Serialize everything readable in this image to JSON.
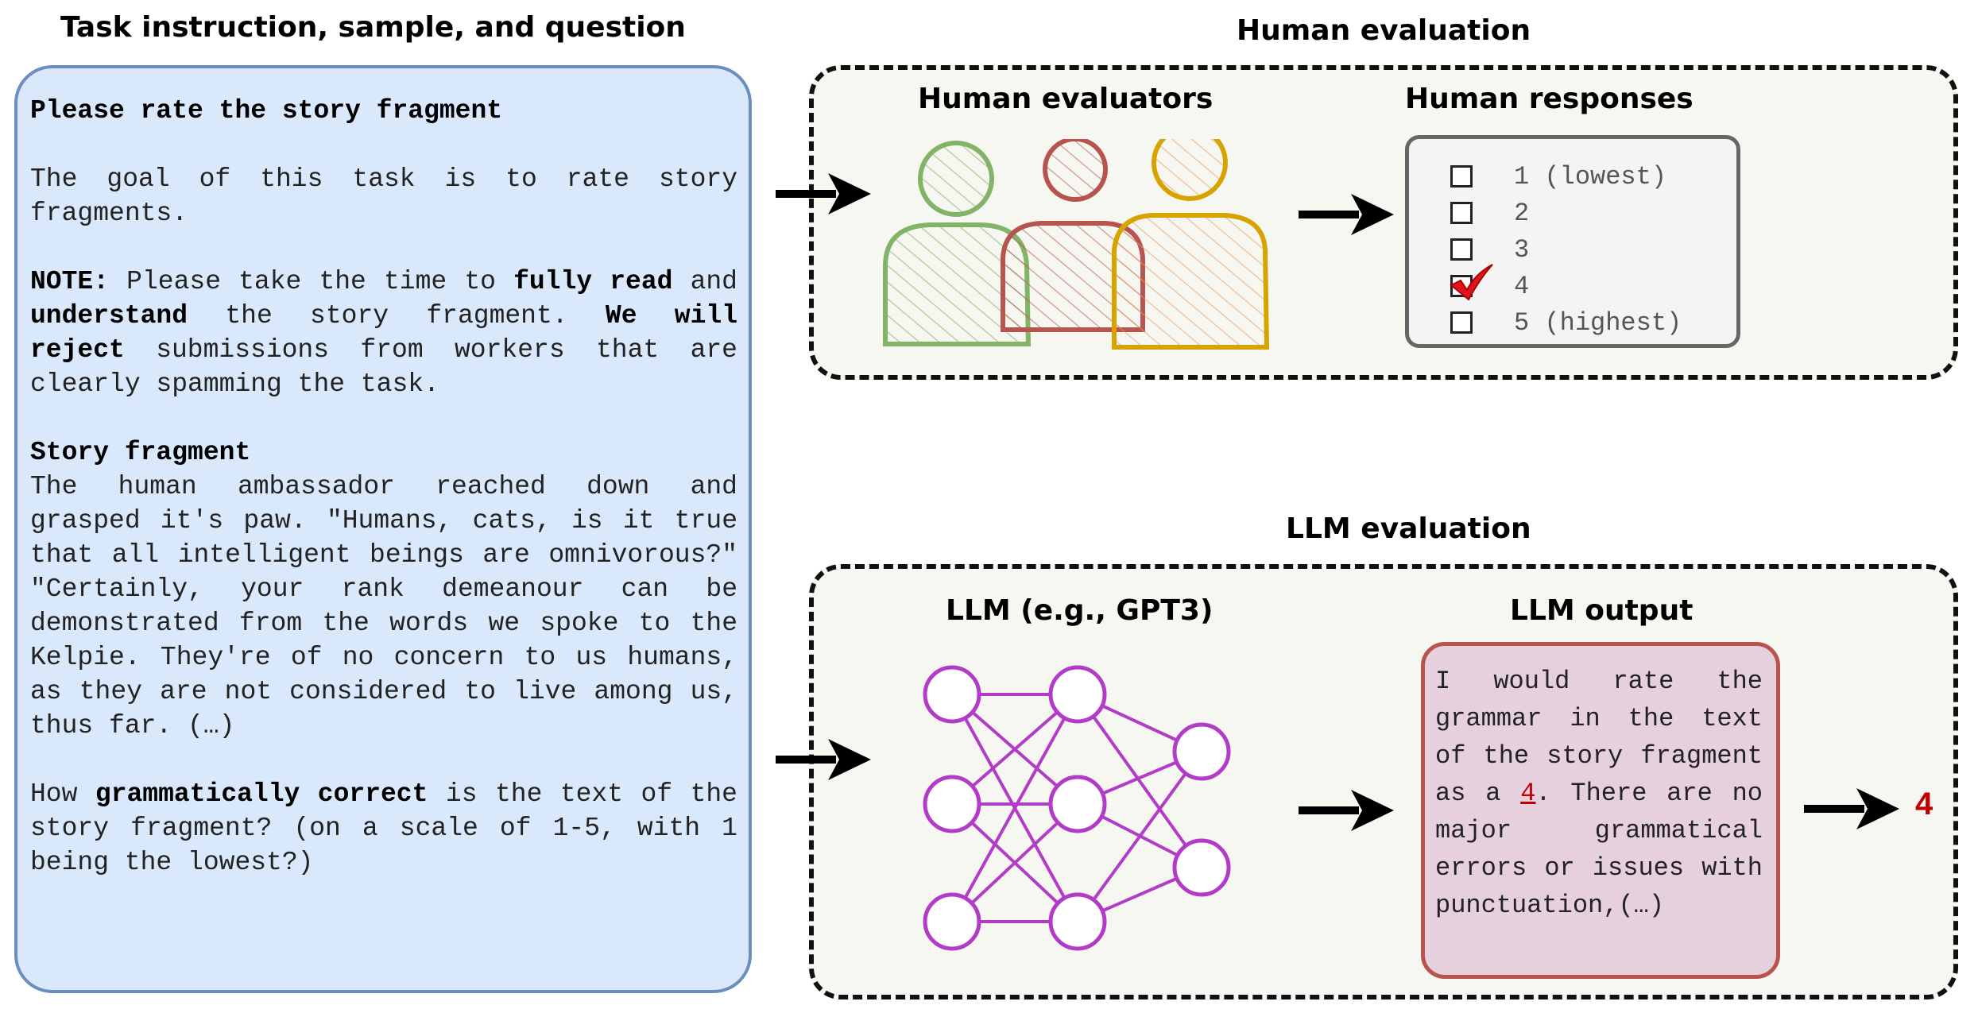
{
  "task_section": {
    "heading": "Task instruction, sample, and question",
    "title": "Please rate the story fragment",
    "goal": "The goal of this task is to rate story fragments.",
    "note_label": "NOTE:",
    "note_pre": "Please take the time to",
    "note_bold1": "fully read",
    "note_and": "and",
    "note_bold2": "understand",
    "note_mid": "the story fragment.",
    "note_bold3": "We will reject",
    "note_post": "submissions from workers that are clearly spamming the task.",
    "story_heading": "Story fragment",
    "story_text": "The human ambassador reached down and grasped it's paw. \"Humans, cats, is it true that all intelligent beings are omnivorous?\" \"Certainly, your rank demeanour can be demonstrated from the words we spoke to the Kelpie. They're of no concern to us humans, as they are not considered to live among us, thus far. (…)",
    "question_pre": "How",
    "question_bold": "grammatically correct",
    "question_post": "is the text of the story fragment? (on a scale of 1-5, with 1 being the lowest?)"
  },
  "human_eval": {
    "heading": "Human evaluation",
    "evaluators_label": "Human evaluators",
    "responses_label": "Human responses",
    "options": [
      {
        "label": "1 (lowest)",
        "checked": false
      },
      {
        "label": "2",
        "checked": false
      },
      {
        "label": "3",
        "checked": false
      },
      {
        "label": "4",
        "checked": true
      },
      {
        "label": "5 (highest)",
        "checked": false
      }
    ],
    "person_colors": [
      "#82b366",
      "#b85450",
      "#d6a300"
    ]
  },
  "llm_eval": {
    "heading": "LLM evaluation",
    "model_label": "LLM (e.g., GPT3)",
    "output_label": "LLM output",
    "output_pre": "I would rate the grammar in the text of the story fragment as a",
    "output_score": "4",
    "output_post": ". There are no major grammatical errors or issues with punctuation,(…)",
    "final_score": "4",
    "network_color": "#b23bc7"
  }
}
